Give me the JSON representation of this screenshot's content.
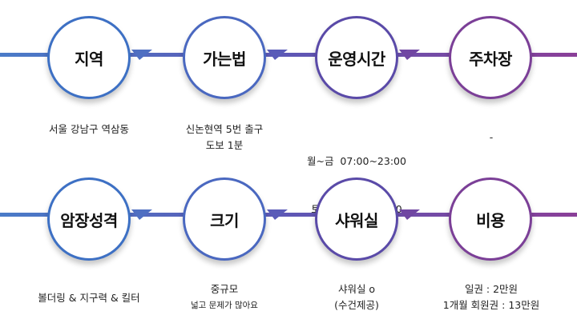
{
  "rows": [
    {
      "items": [
        {
          "title": "지역",
          "lines": [
            "서울 강남구 역삼동"
          ]
        },
        {
          "title": "가는법",
          "lines": [
            "신논현역 5번 출구",
            "도보 1분"
          ]
        },
        {
          "title": "운영시간",
          "lines": [
            "월~금  07:00~23:00",
            "토,일 10:00~20:00"
          ]
        },
        {
          "title": "주차장",
          "lines": [
            "-"
          ]
        }
      ]
    },
    {
      "items": [
        {
          "title": "암장성격",
          "lines": [
            "볼더링 & 지구력 & 킬터"
          ]
        },
        {
          "title": "크기",
          "lines": [
            "중규모",
            "넓고 문제가 많아요"
          ]
        },
        {
          "title": "샤워실",
          "lines": [
            "샤워실 o",
            "(수건제공)"
          ]
        },
        {
          "title": "비용",
          "lines": [
            "일권 : 2만원",
            "1개월 회원권 : 13만원"
          ]
        }
      ]
    }
  ],
  "colors": {
    "circle_borders": [
      "#3d70c4",
      "#4a68c0",
      "#5a4aa8",
      "#7b3f97"
    ],
    "line_start": "#4a7bc8",
    "line_end": "#8a3f98"
  }
}
